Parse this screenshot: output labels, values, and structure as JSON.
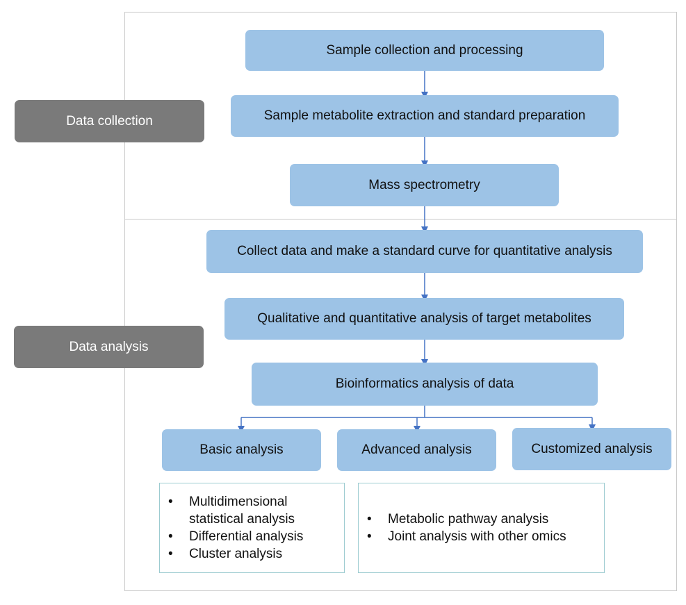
{
  "sections": {
    "collection_label": "Data collection",
    "analysis_label": "Data analysis"
  },
  "steps": {
    "sample_collection": "Sample collection and processing",
    "metabolite_extraction": "Sample metabolite extraction and standard preparation",
    "mass_spectrometry": "Mass spectrometry",
    "standard_curve": "Collect data and make a standard curve for quantitative analysis",
    "target_analysis": "Qualitative and quantitative analysis of target metabolites",
    "bioinformatics": "Bioinformatics analysis of data"
  },
  "branches": {
    "basic": "Basic analysis",
    "advanced": "Advanced analysis",
    "customized": "Customized analysis"
  },
  "details": {
    "basic_items": [
      "Multidimensional statistical analysis",
      "Differential analysis",
      "Cluster analysis"
    ],
    "advanced_items": [
      "Metabolic pathway analysis",
      "Joint analysis with other omics"
    ]
  },
  "colors": {
    "step_fill": "#9dc3e6",
    "section_fill": "#7a7a7a",
    "arrow": "#4472c4",
    "frame_border": "#c9c9c9"
  }
}
